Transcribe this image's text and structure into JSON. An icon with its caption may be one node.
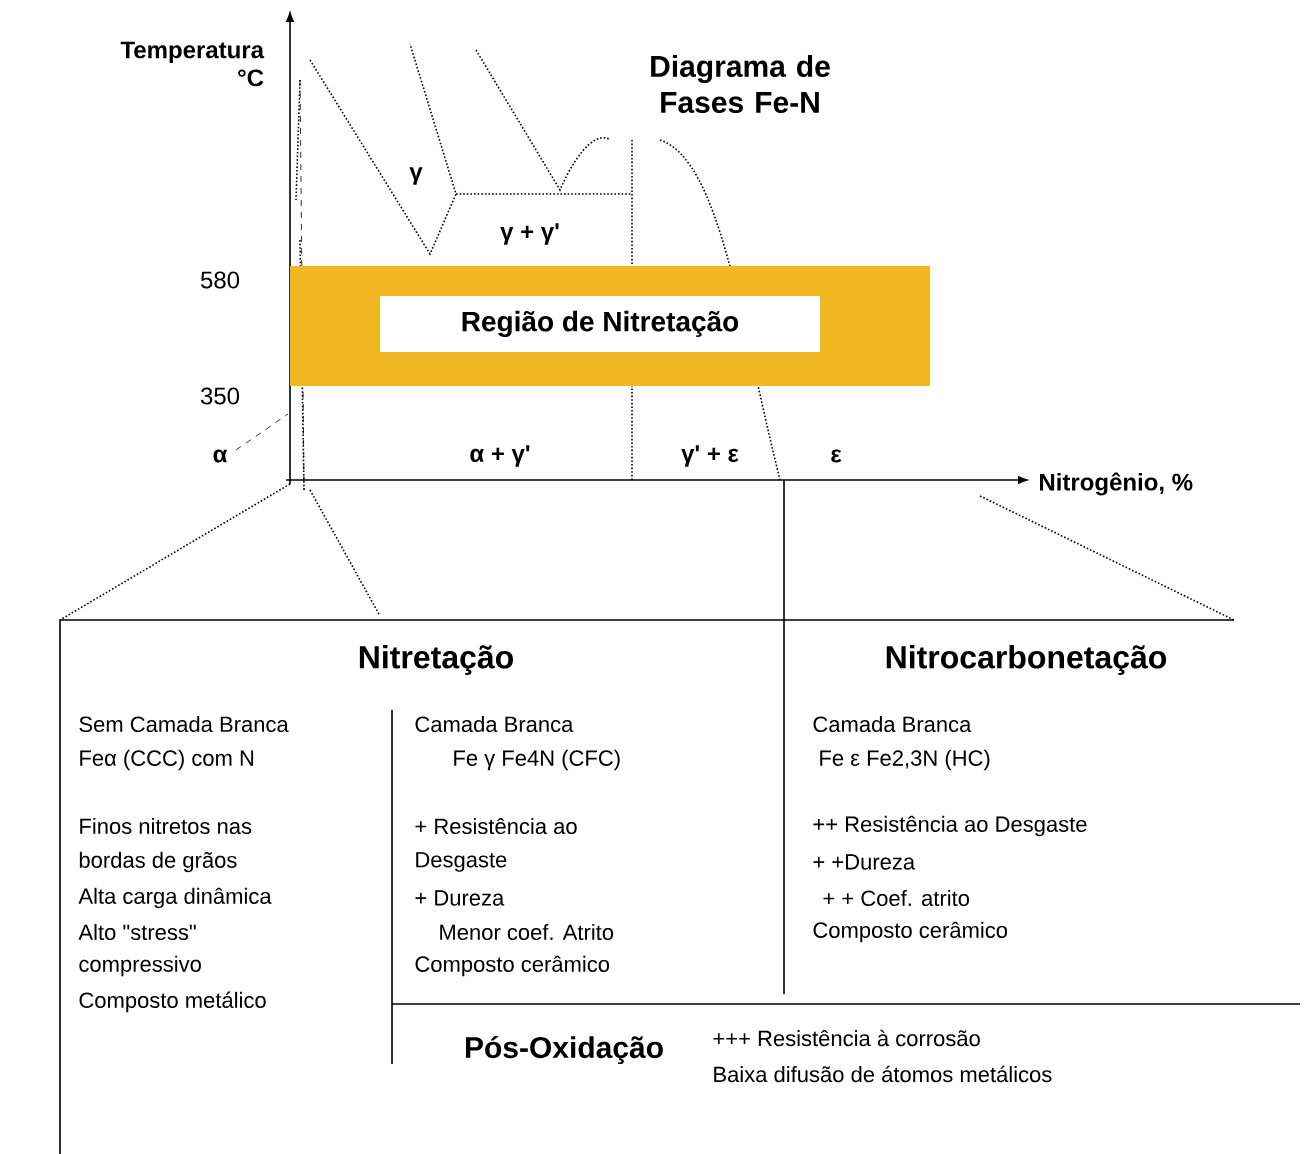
{
  "diagram": {
    "title": "Diagrama de Fases Fe-N",
    "nodes": [
      {
        "text": [
          "Região de Nitretação"
        ]
      }
    ],
    "labels": [
      "Temperatura °C",
      "γ",
      "γ + γ'",
      "580",
      "350",
      "α",
      "α + γ'",
      "γ' + ε",
      "ε",
      "Nitrogênio, %",
      "Nitretação",
      "Nitrocarbonetação",
      "Sem Camada Branca",
      "Feα (CCC) com N",
      "Finos nitretos nas",
      "bordas de grãos",
      "Alta carga dinâmica",
      "Alto \"stress\"",
      "compressivo",
      "Composto metálico",
      "Camada Branca",
      "Fe γ Fe4N (CFC)",
      "+ Resistência ao",
      "Desgaste",
      "+ Dureza",
      "Menor coef. Atrito",
      "Composto cerâmico",
      "Camada Branca",
      "Fe ε Fe2,3N (HC)",
      "++ Resistência ao Desgaste",
      "+ +Dureza",
      "+ + Coef. atrito",
      "Composto cerâmico",
      "Pós-Oxidação",
      "+++ Resistência à corrosão",
      "Baixa difusão de átomos metálicos"
    ]
  }
}
